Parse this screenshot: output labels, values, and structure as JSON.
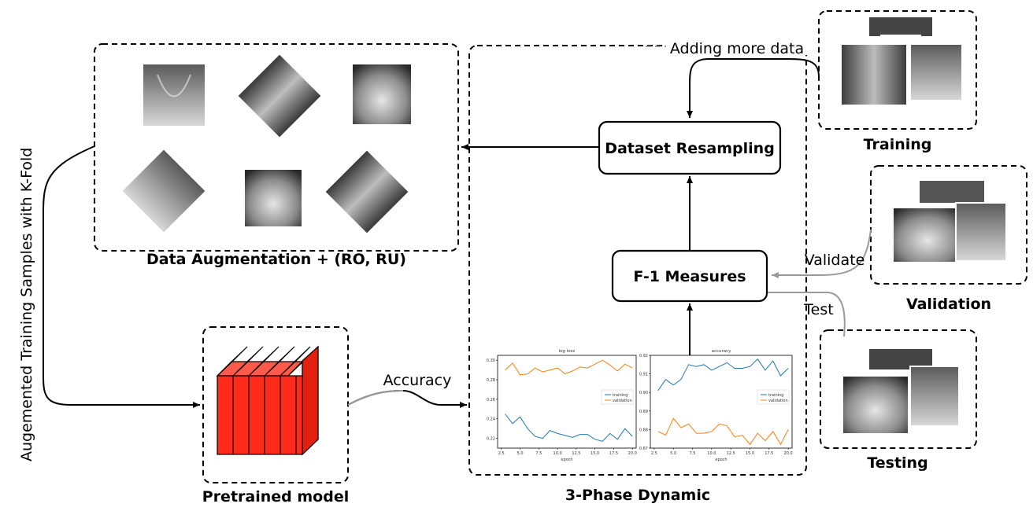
{
  "diagram": {
    "augmentation_label": "Data Augmentation + (RO, RU)",
    "pretrained_label": "Pretrained model",
    "dynamic_label": "3-Phase Dynamic",
    "resampling_label": "Dataset Resampling",
    "f1_label": "F-1 Measures",
    "training_label": "Training",
    "validation_label": "Validation",
    "testing_label": "Testing",
    "kfold_label": "Augemented Training Samples with K-Fold",
    "accuracy_edge_label": "Accuracy",
    "adding_edge_label": "Adding more data",
    "validate_edge_label": "Validate",
    "test_edge_label": "Test"
  },
  "colors": {
    "block_red": "#ff2a1a",
    "training_line": "#1f77b4",
    "validation_line": "#ff7f0e",
    "edge_gray": "#999999"
  },
  "chart_data": [
    {
      "type": "line",
      "title": "log loss",
      "xlabel": "epoch",
      "ylabel": "",
      "xlim": [
        2,
        20.5
      ],
      "ylim": [
        0.21,
        0.305
      ],
      "xticks": [
        "2.5",
        "5.0",
        "7.5",
        "10.0",
        "12.5",
        "15.0",
        "17.5",
        "20.0"
      ],
      "yticks": [
        "0.22",
        "0.24",
        "0.26",
        "0.28",
        "0.30"
      ],
      "legend": "right",
      "x": [
        3,
        4,
        5,
        6,
        7,
        8,
        9,
        10,
        11,
        12,
        13,
        14,
        15,
        16,
        17,
        18,
        19,
        20
      ],
      "series": [
        {
          "name": "training",
          "values": [
            0.245,
            0.235,
            0.242,
            0.23,
            0.222,
            0.22,
            0.228,
            0.225,
            0.223,
            0.221,
            0.224,
            0.224,
            0.219,
            0.217,
            0.225,
            0.219,
            0.23,
            0.222
          ]
        },
        {
          "name": "validation",
          "values": [
            0.29,
            0.297,
            0.285,
            0.286,
            0.292,
            0.288,
            0.29,
            0.292,
            0.286,
            0.289,
            0.293,
            0.292,
            0.296,
            0.3,
            0.295,
            0.289,
            0.296,
            0.292
          ]
        }
      ]
    },
    {
      "type": "line",
      "title": "accuracy",
      "xlabel": "epoch",
      "ylabel": "",
      "xlim": [
        2,
        20.5
      ],
      "ylim": [
        0.87,
        0.92
      ],
      "xticks": [
        "2.5",
        "5.0",
        "7.5",
        "10.0",
        "12.5",
        "15.0",
        "17.5",
        "20.0"
      ],
      "yticks": [
        "0.87",
        "0.88",
        "0.89",
        "0.90",
        "0.91",
        "0.92"
      ],
      "legend": "right",
      "x": [
        3,
        4,
        5,
        6,
        7,
        8,
        9,
        10,
        11,
        12,
        13,
        14,
        15,
        16,
        17,
        18,
        19,
        20
      ],
      "series": [
        {
          "name": "training",
          "values": [
            0.901,
            0.907,
            0.904,
            0.907,
            0.915,
            0.914,
            0.915,
            0.912,
            0.914,
            0.916,
            0.913,
            0.913,
            0.914,
            0.918,
            0.912,
            0.917,
            0.909,
            0.913
          ]
        },
        {
          "name": "validation",
          "values": [
            0.879,
            0.877,
            0.886,
            0.881,
            0.883,
            0.878,
            0.878,
            0.879,
            0.883,
            0.882,
            0.876,
            0.877,
            0.872,
            0.878,
            0.874,
            0.879,
            0.872,
            0.88
          ]
        }
      ]
    }
  ]
}
